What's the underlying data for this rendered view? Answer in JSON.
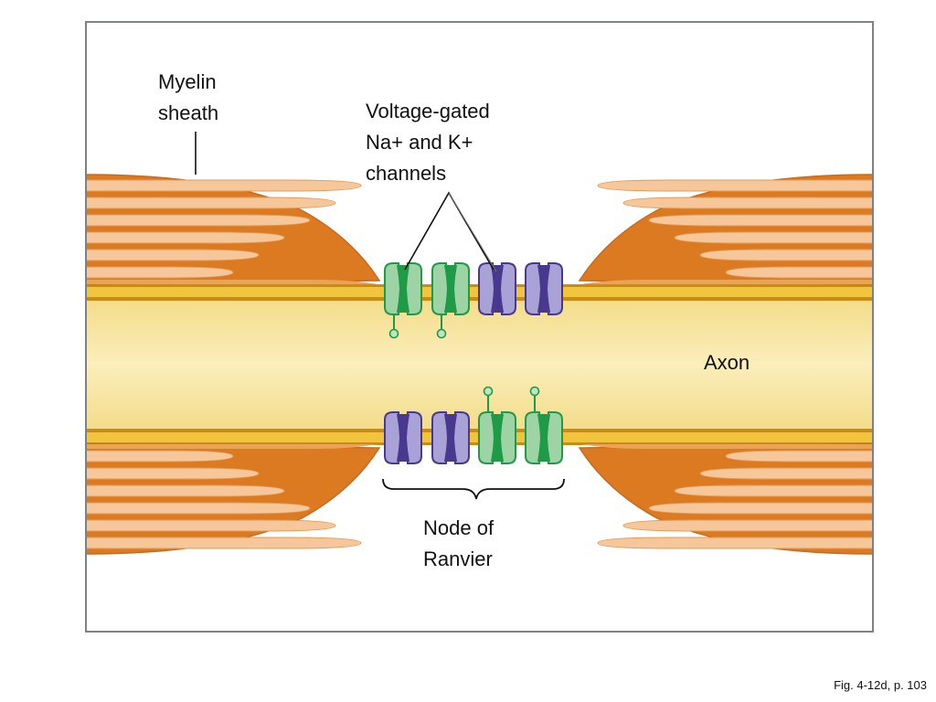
{
  "labels": {
    "myelin": [
      "Myelin",
      "sheath"
    ],
    "channels": [
      "Voltage-gated",
      "Na+ and K+",
      "channels"
    ],
    "axon": "Axon",
    "node": [
      "Node of",
      "Ranvier"
    ]
  },
  "caption": "Fig. 4-12d, p. 103",
  "colors": {
    "myelin_light": "#f6c79a",
    "myelin_dark": "#dc7a22",
    "myelin_edge": "#c96a1d",
    "membrane": "#e7b52e",
    "axon_fill": "#f7e7a4",
    "na_channel_fill": "#9ed4a5",
    "na_channel_dark": "#1f9a46",
    "k_channel_fill": "#a9a2d6",
    "k_channel_dark": "#48398e",
    "frame": "#7f8285"
  },
  "channels": {
    "top": [
      "na",
      "na",
      "k",
      "k"
    ],
    "bottom": [
      "k",
      "k",
      "na",
      "na"
    ]
  }
}
